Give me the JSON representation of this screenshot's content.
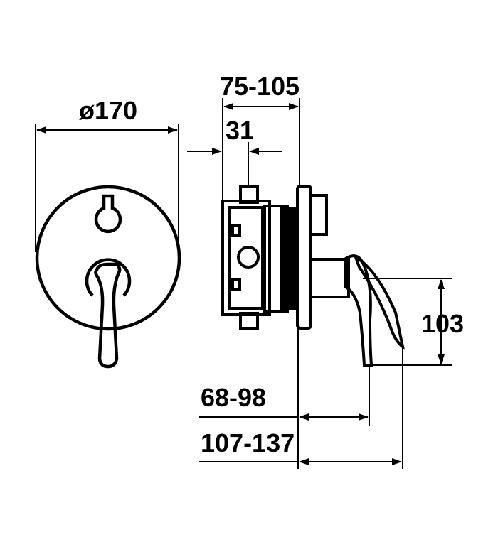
{
  "dimensions": {
    "rosette_diameter": "ø170",
    "body_depth_range": "75-105",
    "body_offset": "31",
    "lever_height": "103",
    "lever_tip_range": "68-98",
    "lever_end_range": "107-137"
  },
  "colors": {
    "line": "#000000",
    "background": "#ffffff"
  }
}
